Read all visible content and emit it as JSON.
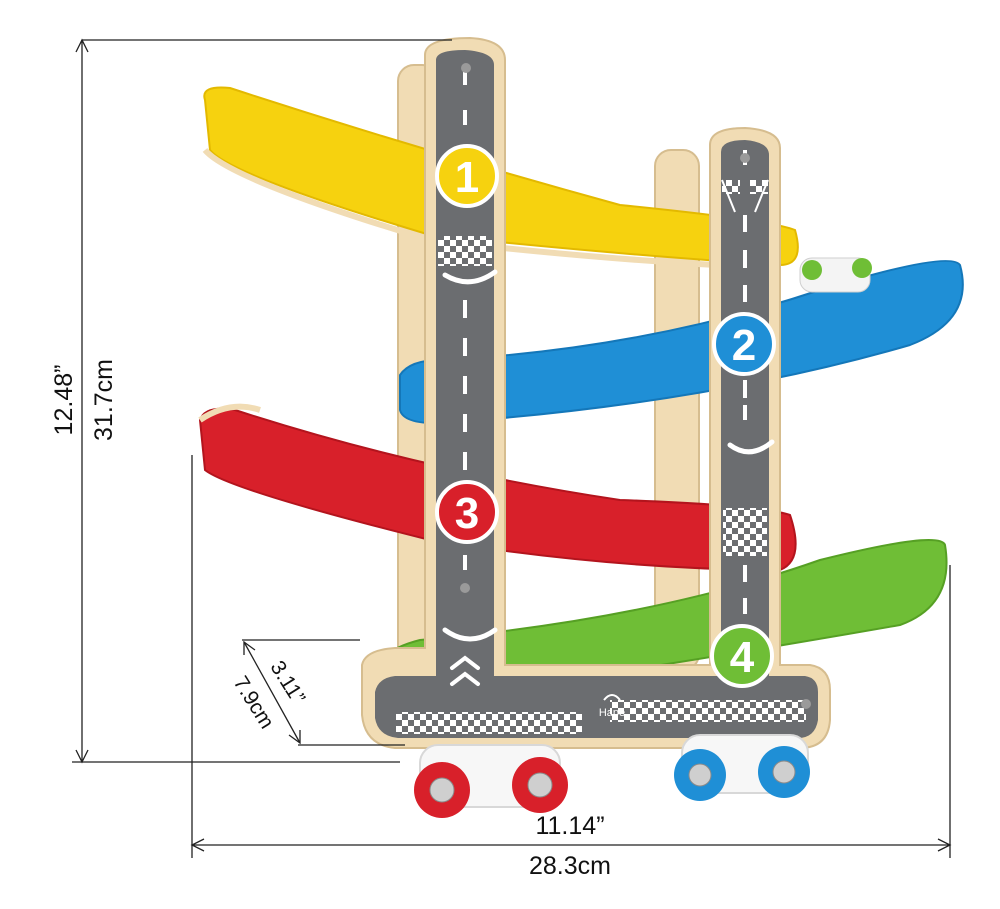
{
  "dimensions": {
    "height_in": "12.48”",
    "height_cm": "31.7cm",
    "width_in": "11.14”",
    "width_cm": "28.3cm",
    "depth_in": "3.11”",
    "depth_cm": "7.9cm"
  },
  "track": {
    "brand": "Hape",
    "ramps": [
      {
        "number": "1",
        "color": "#f6d20f"
      },
      {
        "number": "2",
        "color": "#1f8fd6"
      },
      {
        "number": "3",
        "color": "#d8202a"
      },
      {
        "number": "4",
        "color": "#6fbe36"
      }
    ],
    "wood_color": "#f1dcb4",
    "road_color": "#6b6d70"
  },
  "cars": [
    {
      "name": "red-car",
      "color": "#d8202a"
    },
    {
      "name": "blue-car",
      "color": "#1f8fd6"
    }
  ]
}
